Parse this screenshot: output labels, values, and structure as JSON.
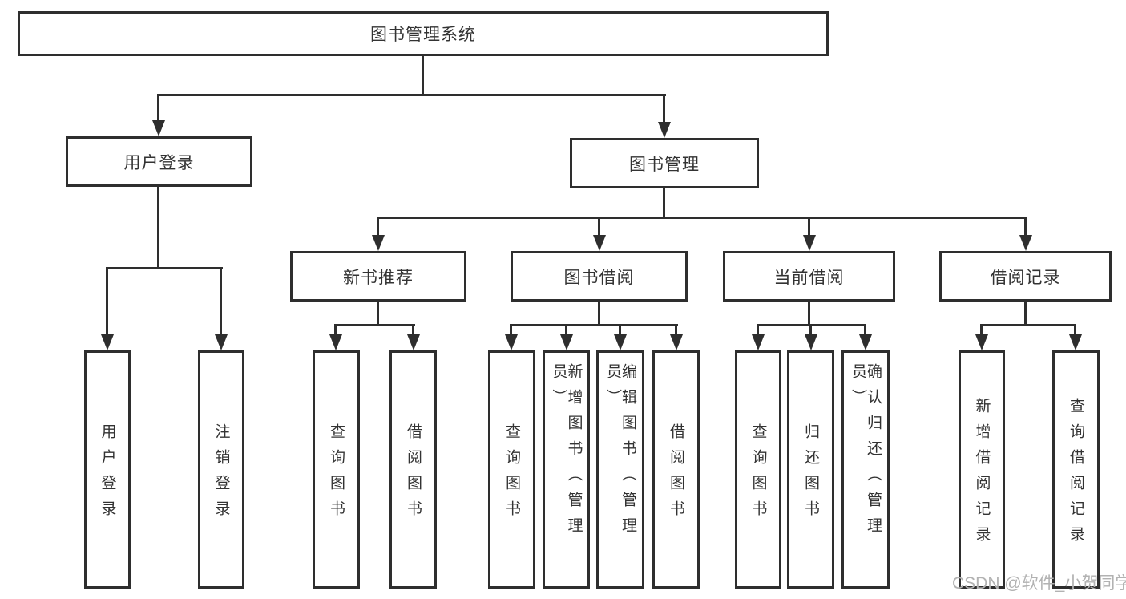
{
  "tree": {
    "label": "图书管理系统",
    "children": [
      {
        "label": "用户登录",
        "children": [
          {
            "label": "用户登录"
          },
          {
            "label": "注销登录"
          }
        ]
      },
      {
        "label": "图书管理",
        "children": [
          {
            "label": "新书推荐",
            "children": [
              {
                "label": "查询图书"
              },
              {
                "label": "借阅图书"
              }
            ]
          },
          {
            "label": "图书借阅",
            "children": [
              {
                "label": "查询图书"
              },
              {
                "label": "新增图书（管理员）"
              },
              {
                "label": "编辑图书（管理员）"
              },
              {
                "label": "借阅图书"
              }
            ]
          },
          {
            "label": "当前借阅",
            "children": [
              {
                "label": "查询图书"
              },
              {
                "label": "归还图书"
              },
              {
                "label": "确认归还（管理员）"
              }
            ]
          },
          {
            "label": "借阅记录",
            "children": [
              {
                "label": "新增借阅记录"
              },
              {
                "label": "查询借阅记录"
              }
            ]
          }
        ]
      }
    ]
  },
  "watermark": "CSDN @软件_小贺同学",
  "colors": {
    "line": "#2e2e2e",
    "text": "#333333",
    "watermark": "#b2b2b2",
    "background": "#ffffff"
  }
}
